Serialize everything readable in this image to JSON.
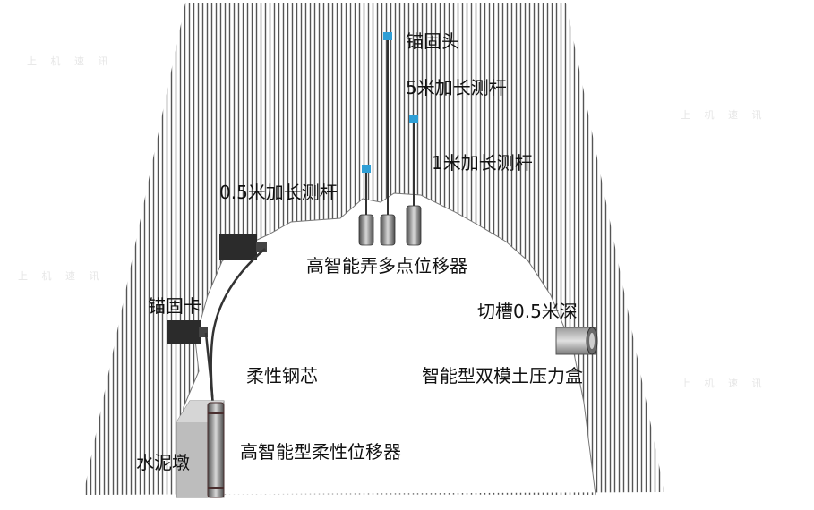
{
  "labels": {
    "anchor_head": "锚固头",
    "rod_5m": "5米加长测杆",
    "rod_1m": "1米加长测杆",
    "rod_05m": "0.5米加长测杆",
    "multipoint_displacement_meter": "高智能弄多点位移器",
    "anchor_clamp": "锚固卡",
    "groove": "切槽0.5米深",
    "flexible_steel_core": "柔性钢芯",
    "pressure_cell": "智能型双模土压力盒",
    "cement_pier": "水泥墩",
    "flexible_displacement_meter": "高智能型柔性位移器"
  },
  "watermark": "上 机 速 讯",
  "colors": {
    "hatch_line": "#555555",
    "background": "#ffffff",
    "anchor_head": "#2f9fd6",
    "device_dark": "#2b2b2b",
    "pier": "#bdbdbd"
  }
}
